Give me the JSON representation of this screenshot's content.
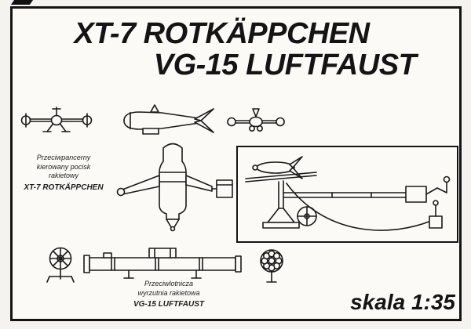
{
  "header": {
    "title_line1": "XT-7 ROTKÄPPCHEN",
    "title_line2": "VG-15 LUFTFAUST"
  },
  "labels": {
    "missile": {
      "line1": "Przeciwpancerny",
      "line2": "kierowany pocisk",
      "line3": "rakietowy",
      "name": "XT-7 ROTKÄPPCHEN"
    },
    "launcher": {
      "line1": "Przeciwlotnicza",
      "line2": "wyrzutnia rakietowa",
      "name": "VG-15 LUFTFAUST"
    },
    "scale": "skala 1:35"
  },
  "drawings": {
    "missile_front_view": "missile-front-view",
    "missile_side_view": "missile-side-view",
    "missile_rear_view": "missile-rear-view",
    "missile_top_view": "missile-top-view",
    "launcher_assembly": "launcher-assembly-detail",
    "launcher_wheel_front_view": "launcher-wheel-front-view",
    "launcher_side_view": "launcher-tube-side-view",
    "launcher_barrel_cluster_view": "launcher-barrel-cluster-rear-view"
  },
  "colors": {
    "ink": "#1a1a1a",
    "paper": "#fbfaf7"
  }
}
